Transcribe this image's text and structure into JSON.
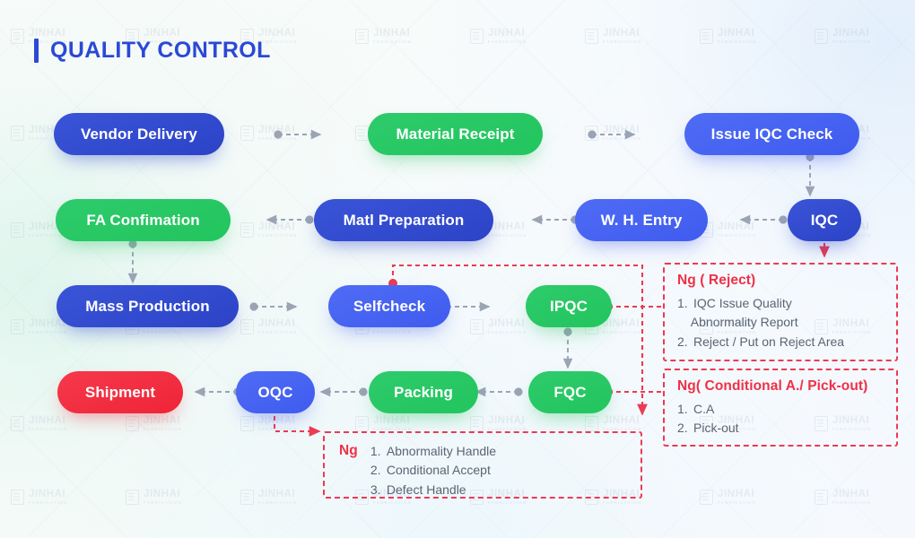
{
  "header": {
    "title": "QUALITY CONTROL",
    "accent_color": "#2b49d6"
  },
  "watermark": {
    "brand": "JINHAI",
    "sub": "FABRICATION"
  },
  "flow": {
    "nodes": [
      {
        "id": "vendor-delivery",
        "label": "Vendor Delivery",
        "color": "blue-dark"
      },
      {
        "id": "material-receipt",
        "label": "Material Receipt",
        "color": "green"
      },
      {
        "id": "issue-iqc-check",
        "label": "Issue IQC Check",
        "color": "blue-light"
      },
      {
        "id": "fa-confimation",
        "label": "FA Confimation",
        "color": "green"
      },
      {
        "id": "matl-preparation",
        "label": "Matl Preparation",
        "color": "blue-dark"
      },
      {
        "id": "wh-entry",
        "label": "W. H. Entry",
        "color": "blue-light"
      },
      {
        "id": "iqc",
        "label": "IQC",
        "color": "blue-dark"
      },
      {
        "id": "mass-production",
        "label": "Mass Production",
        "color": "blue-dark"
      },
      {
        "id": "selfcheck",
        "label": "Selfcheck",
        "color": "blue-light"
      },
      {
        "id": "ipqc",
        "label": "IPQC",
        "color": "green"
      },
      {
        "id": "shipment",
        "label": "Shipment",
        "color": "red"
      },
      {
        "id": "oqc",
        "label": "OQC",
        "color": "blue-light"
      },
      {
        "id": "packing",
        "label": "Packing",
        "color": "green"
      },
      {
        "id": "fqc",
        "label": "FQC",
        "color": "green"
      }
    ]
  },
  "ng_panels": {
    "reject": {
      "title": "Ng ( Reject)",
      "items": [
        "IQC Issue Quality\n    Abnormality Report",
        "Reject / Put on Reject Area"
      ]
    },
    "conditional": {
      "title": "Ng( Conditional A./ Pick-out)",
      "items": [
        "C.A",
        "Pick-out"
      ]
    },
    "bottom": {
      "title": "Ng",
      "items": [
        "Abnormality Handle",
        "Conditional Accept",
        "Defect Handle"
      ]
    }
  },
  "colors": {
    "blue_dark": "#2c43c6",
    "blue_light": "#3f5bef",
    "green": "#22c55e",
    "red": "#ef2437",
    "connector_gray": "#9aa4b4",
    "connector_red": "#ec3b52"
  }
}
